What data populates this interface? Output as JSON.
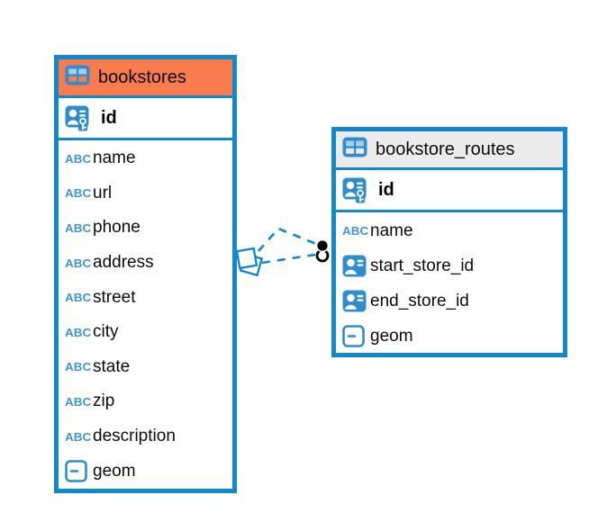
{
  "diagram": {
    "tables": [
      {
        "title": "bookstores",
        "header_color": "#F87C4E",
        "primary_key": "id",
        "columns": [
          "name",
          "url",
          "phone",
          "address",
          "street",
          "city",
          "state",
          "zip",
          "description",
          "geom"
        ],
        "column_types": [
          "text",
          "text",
          "text",
          "text",
          "text",
          "text",
          "text",
          "text",
          "text",
          "geometry"
        ]
      },
      {
        "title": "bookstore_routes",
        "header_color": "#EBEBEB",
        "primary_key": "id",
        "columns": [
          "name",
          "start_store_id",
          "end_store_id",
          "geom"
        ],
        "column_types": [
          "text",
          "reference",
          "reference",
          "geometry"
        ]
      }
    ],
    "relationship": {
      "from_table": "bookstores",
      "to_table": "bookstore_routes",
      "line_style": "dashed",
      "line_count": 2
    }
  },
  "icons": {
    "text_glyph": "ABC"
  },
  "colors": {
    "table_border": "#1287CB",
    "icon_blue": "#2F8DCE",
    "bookstores_header": "#F87C4E",
    "routes_header": "#EBEBEB",
    "connector": "#1287CB",
    "background": "#ffffff",
    "text": "#0b0b0b"
  }
}
